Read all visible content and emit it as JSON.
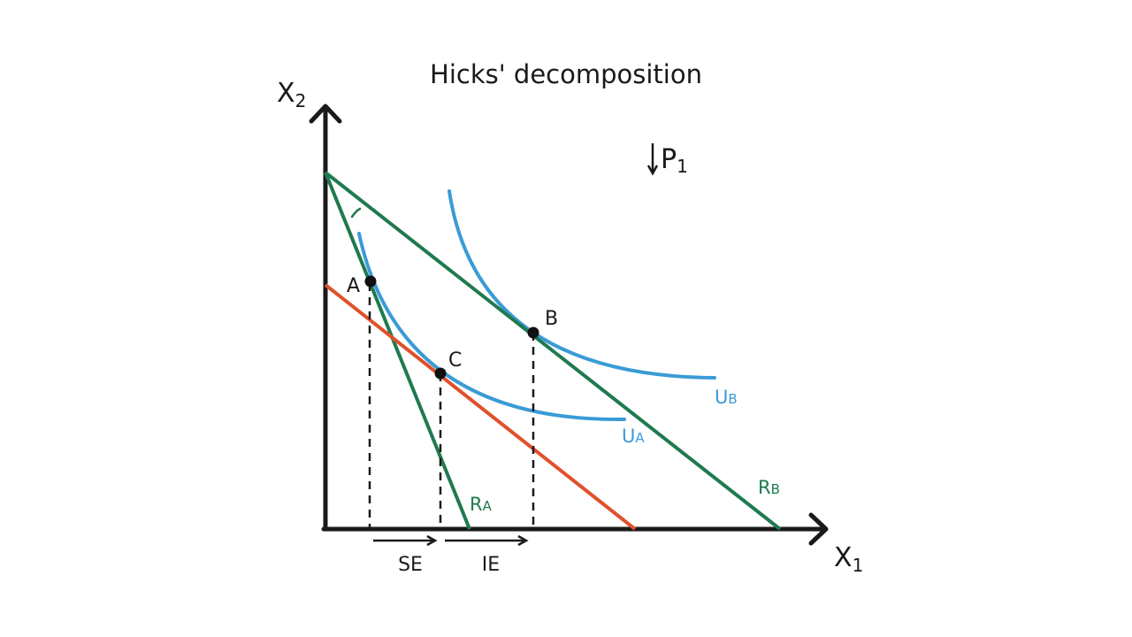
{
  "title": "Hicks' decomposition",
  "axes": {
    "y": {
      "main": "X",
      "sub": "2"
    },
    "x": {
      "main": "X",
      "sub": "1"
    }
  },
  "price_change": {
    "arrow": "↓",
    "main": "P",
    "sub": "1"
  },
  "points": {
    "a": "A",
    "b": "B",
    "c": "C"
  },
  "curves": {
    "ua": {
      "main": "U",
      "sub": "A"
    },
    "ub": {
      "main": "U",
      "sub": "B"
    },
    "ra": {
      "main": "R",
      "sub": "A"
    },
    "rb": {
      "main": "R",
      "sub": "B"
    }
  },
  "effects": {
    "se": "SE",
    "ie": "IE"
  },
  "colors": {
    "axis": "#1a1a1a",
    "budget": "#1f7a4f",
    "compensated": "#e0502b",
    "indifference": "#3a9bd6",
    "text": "#1a1a1a"
  }
}
